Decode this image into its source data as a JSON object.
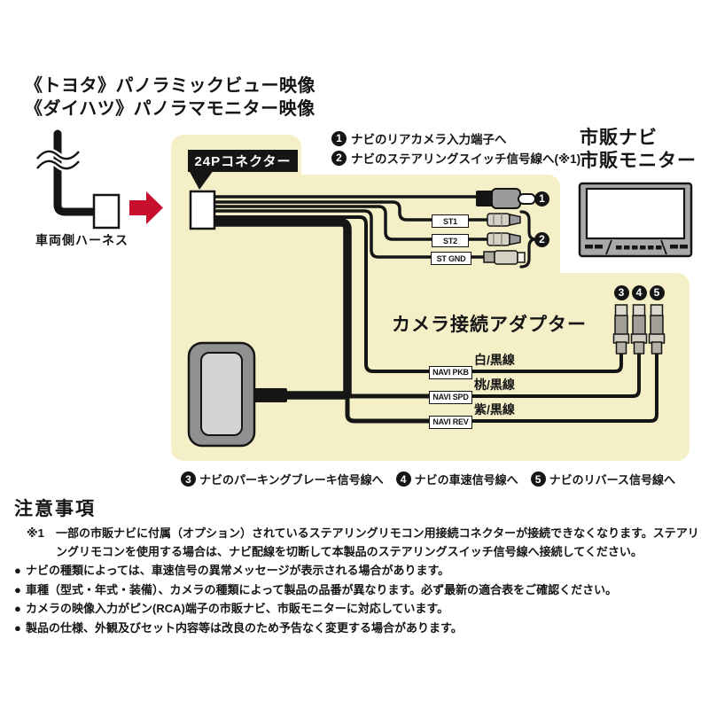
{
  "header": {
    "title_line1": "《トヨタ》パノラミックビュー映像",
    "title_line2": "《ダイハツ》パノラマモニター映像"
  },
  "left_side": {
    "harness_label": "車両側ハーネス"
  },
  "panel": {
    "connector_label": "24Pコネクター",
    "adapter_title": "カメラ接続アダプター",
    "nav_lines": [
      "市販ナビ",
      "市販モニター"
    ],
    "notes_top": [
      {
        "num": "1",
        "text": "ナビのリアカメラ入力端子へ"
      },
      {
        "num": "2",
        "text": "ナビのステアリングスイッチ信号線へ(※1)"
      }
    ],
    "st_labels": [
      "ST1",
      "ST2",
      "ST GND"
    ],
    "wire_rows": [
      {
        "num": "3",
        "tag": "NAVI PKB",
        "color_label": "白/黒線"
      },
      {
        "num": "4",
        "tag": "NAVI SPD",
        "color_label": "桃/黒線"
      },
      {
        "num": "5",
        "tag": "NAVI REV",
        "color_label": "紫/黒線"
      }
    ],
    "notes_bottom": [
      {
        "num": "3",
        "text": "ナビのパーキングブレーキ信号線へ"
      },
      {
        "num": "4",
        "text": "ナビの車速信号線へ"
      },
      {
        "num": "5",
        "text": "ナビのリバース信号線へ"
      }
    ]
  },
  "notice": {
    "heading": "注意事項",
    "items": [
      {
        "marker": "※1",
        "text": "一部の市販ナビに付属（オプション）されているステアリングリモコン用接続コネクターが接続できなくなります。ステアリングリモコンを使用する場合は、ナビ配線を切断して本製品のステアリングスイッチ信号線へ接続してください。"
      },
      {
        "marker": "●",
        "text": "ナビの種類によっては、車速信号の異常メッセージが表示される場合があります。"
      },
      {
        "marker": "●",
        "text": "車種（型式・年式・装備）、カメラの種類によって製品の品番が異なります。必ず最新の適合表をご確認ください。"
      },
      {
        "marker": "●",
        "text": "カメラの映像入力がピン(RCA)端子の市販ナビ、市販モニターに対応しています。"
      },
      {
        "marker": "●",
        "text": "製品の仕様、外観及びセット内容等は改良のため予告なく変更する場合があります。"
      }
    ]
  },
  "colors": {
    "panel_background": "#f5efc8",
    "arrow_red": "#c8102e",
    "wire_black": "#151515",
    "connector_gray": "#9a9a9a",
    "connector_light_gray": "#d4d2c4"
  }
}
